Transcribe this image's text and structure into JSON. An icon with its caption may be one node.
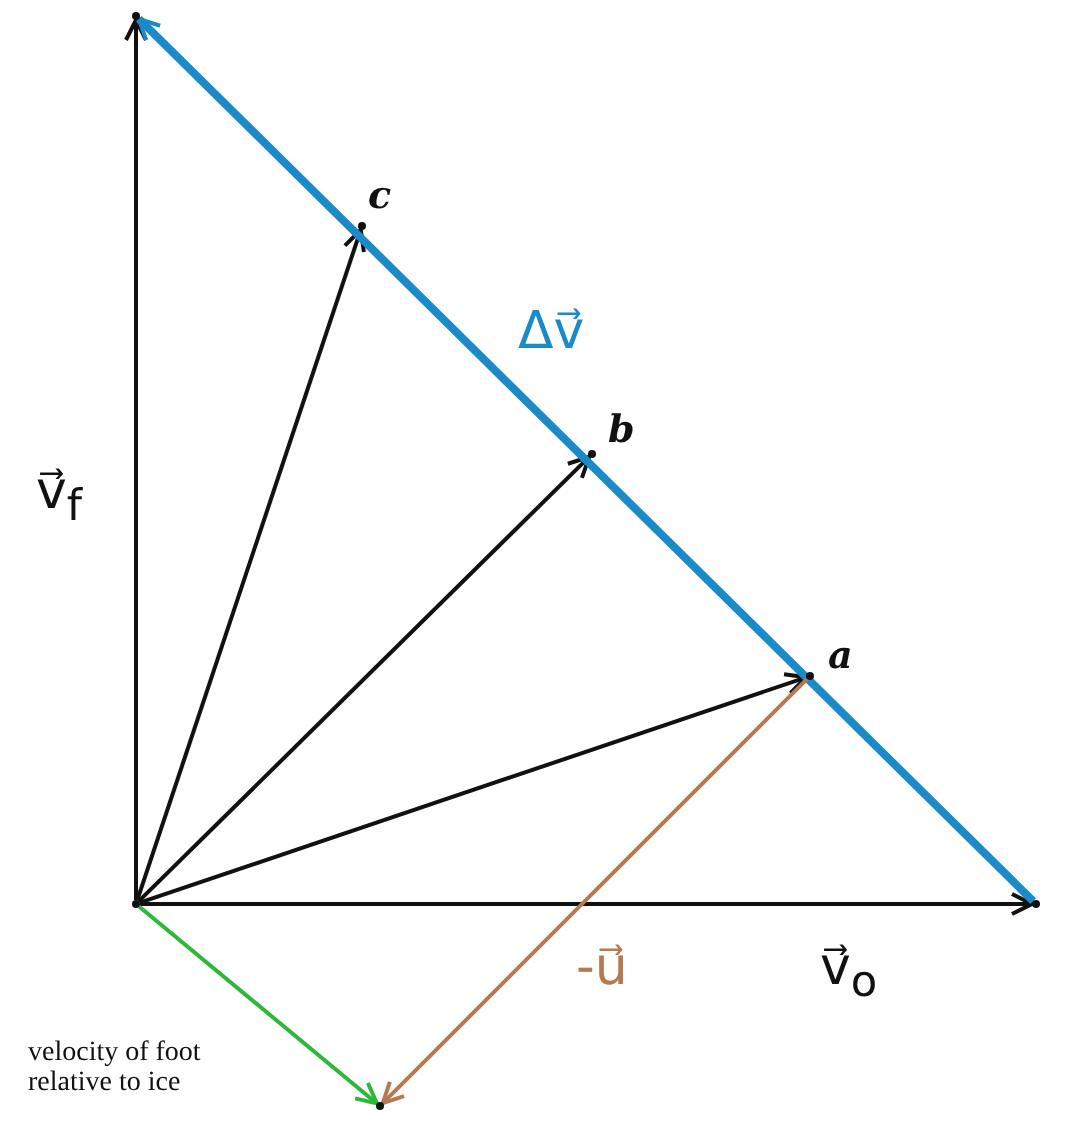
{
  "diagram": {
    "nodes": [
      {
        "text": [],
        "shape": "point"
      },
      {
        "text": [],
        "shape": "point"
      },
      {
        "text": [],
        "shape": "point"
      },
      {
        "text": [],
        "shape": "point",
        "beside": [
          "a"
        ]
      },
      {
        "text": [],
        "shape": "point",
        "beside": [
          "b"
        ]
      },
      {
        "text": [],
        "shape": "point",
        "beside": [
          "c"
        ]
      },
      {
        "text": [],
        "shape": "point"
      }
    ],
    "labels": [
      "velocity of foot relative to ice"
    ],
    "edges": [
      {
        "from": 0,
        "to": 1,
        "arrow": "to",
        "label": "v⃗$_{o}$"
      },
      {
        "from": 0,
        "to": 2,
        "arrow": "to",
        "label": "v⃗$_{f}$"
      },
      {
        "from": 0,
        "to": 3,
        "arrow": "to"
      },
      {
        "from": 0,
        "to": 4,
        "arrow": "to"
      },
      {
        "from": 0,
        "to": 5,
        "arrow": "to"
      },
      {
        "from": 1,
        "to": 2,
        "arrow": "to",
        "label": "Δv⃗",
        "style": "thick",
        "color": "#1a8acb"
      },
      {
        "from": 3,
        "to": 6,
        "arrow": "to",
        "label": "-u⃗",
        "color": "#b57a52"
      },
      {
        "from": 0,
        "to": 6,
        "arrow": "to",
        "color": "#2db83a"
      }
    ]
  }
}
